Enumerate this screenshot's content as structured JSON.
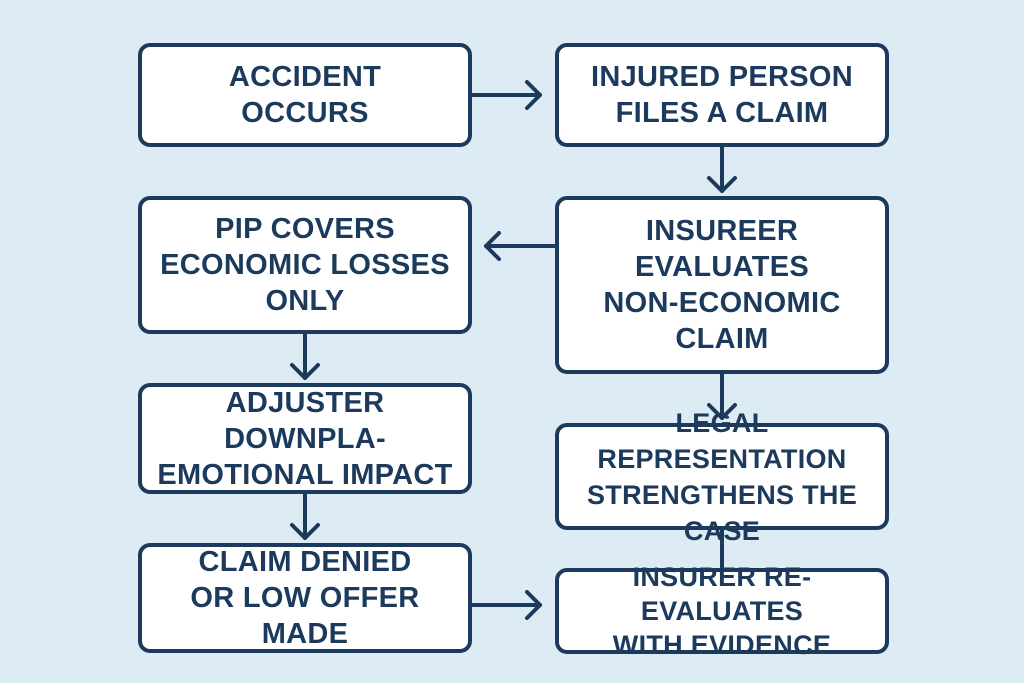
{
  "diagram": {
    "type": "flowchart",
    "colors": {
      "background": "#dcebf4",
      "box_fill": "#ffffff",
      "stroke": "#1b3a5c",
      "text": "#1b3a5c"
    },
    "nodes": [
      {
        "id": "accident",
        "label": "ACCIDENT\nOCCURS"
      },
      {
        "id": "files-claim",
        "label": "INJURED PERSON\nFILES A CLAIM"
      },
      {
        "id": "pip-covers",
        "label": "PIP COVERS\nECONOMIC LOSSES\nONLY"
      },
      {
        "id": "insurer-evaluates",
        "label": "INSUREER\nEVALUATES\nNON-ECONOMIC\nCLAIM"
      },
      {
        "id": "adjuster",
        "label": "ADJUSTER DOWNPLA-\nEMOTIONAL IMPACT"
      },
      {
        "id": "legal-representation",
        "label": "LEGAL REPRESENTATION\nSTRENGTHENS THE CASE"
      },
      {
        "id": "claim-denied",
        "label": "CLAIM DENIED\nOR LOW OFFER MADE"
      },
      {
        "id": "re-evaluates",
        "label": "INSURER RE-EVALUATES\nWITH EVIDENCE"
      }
    ],
    "edges": [
      {
        "from": "accident",
        "to": "files-claim",
        "arrow": true
      },
      {
        "from": "files-claim",
        "to": "insurer-evaluates",
        "arrow": true
      },
      {
        "from": "insurer-evaluates",
        "to": "pip-covers",
        "arrow": true
      },
      {
        "from": "pip-covers",
        "to": "adjuster",
        "arrow": true
      },
      {
        "from": "insurer-evaluates",
        "to": "legal-representation",
        "arrow": true
      },
      {
        "from": "adjuster",
        "to": "claim-denied",
        "arrow": true
      },
      {
        "from": "legal-representation",
        "to": "re-evaluates",
        "arrow": false
      },
      {
        "from": "claim-denied",
        "to": "re-evaluates",
        "arrow": true
      }
    ]
  }
}
